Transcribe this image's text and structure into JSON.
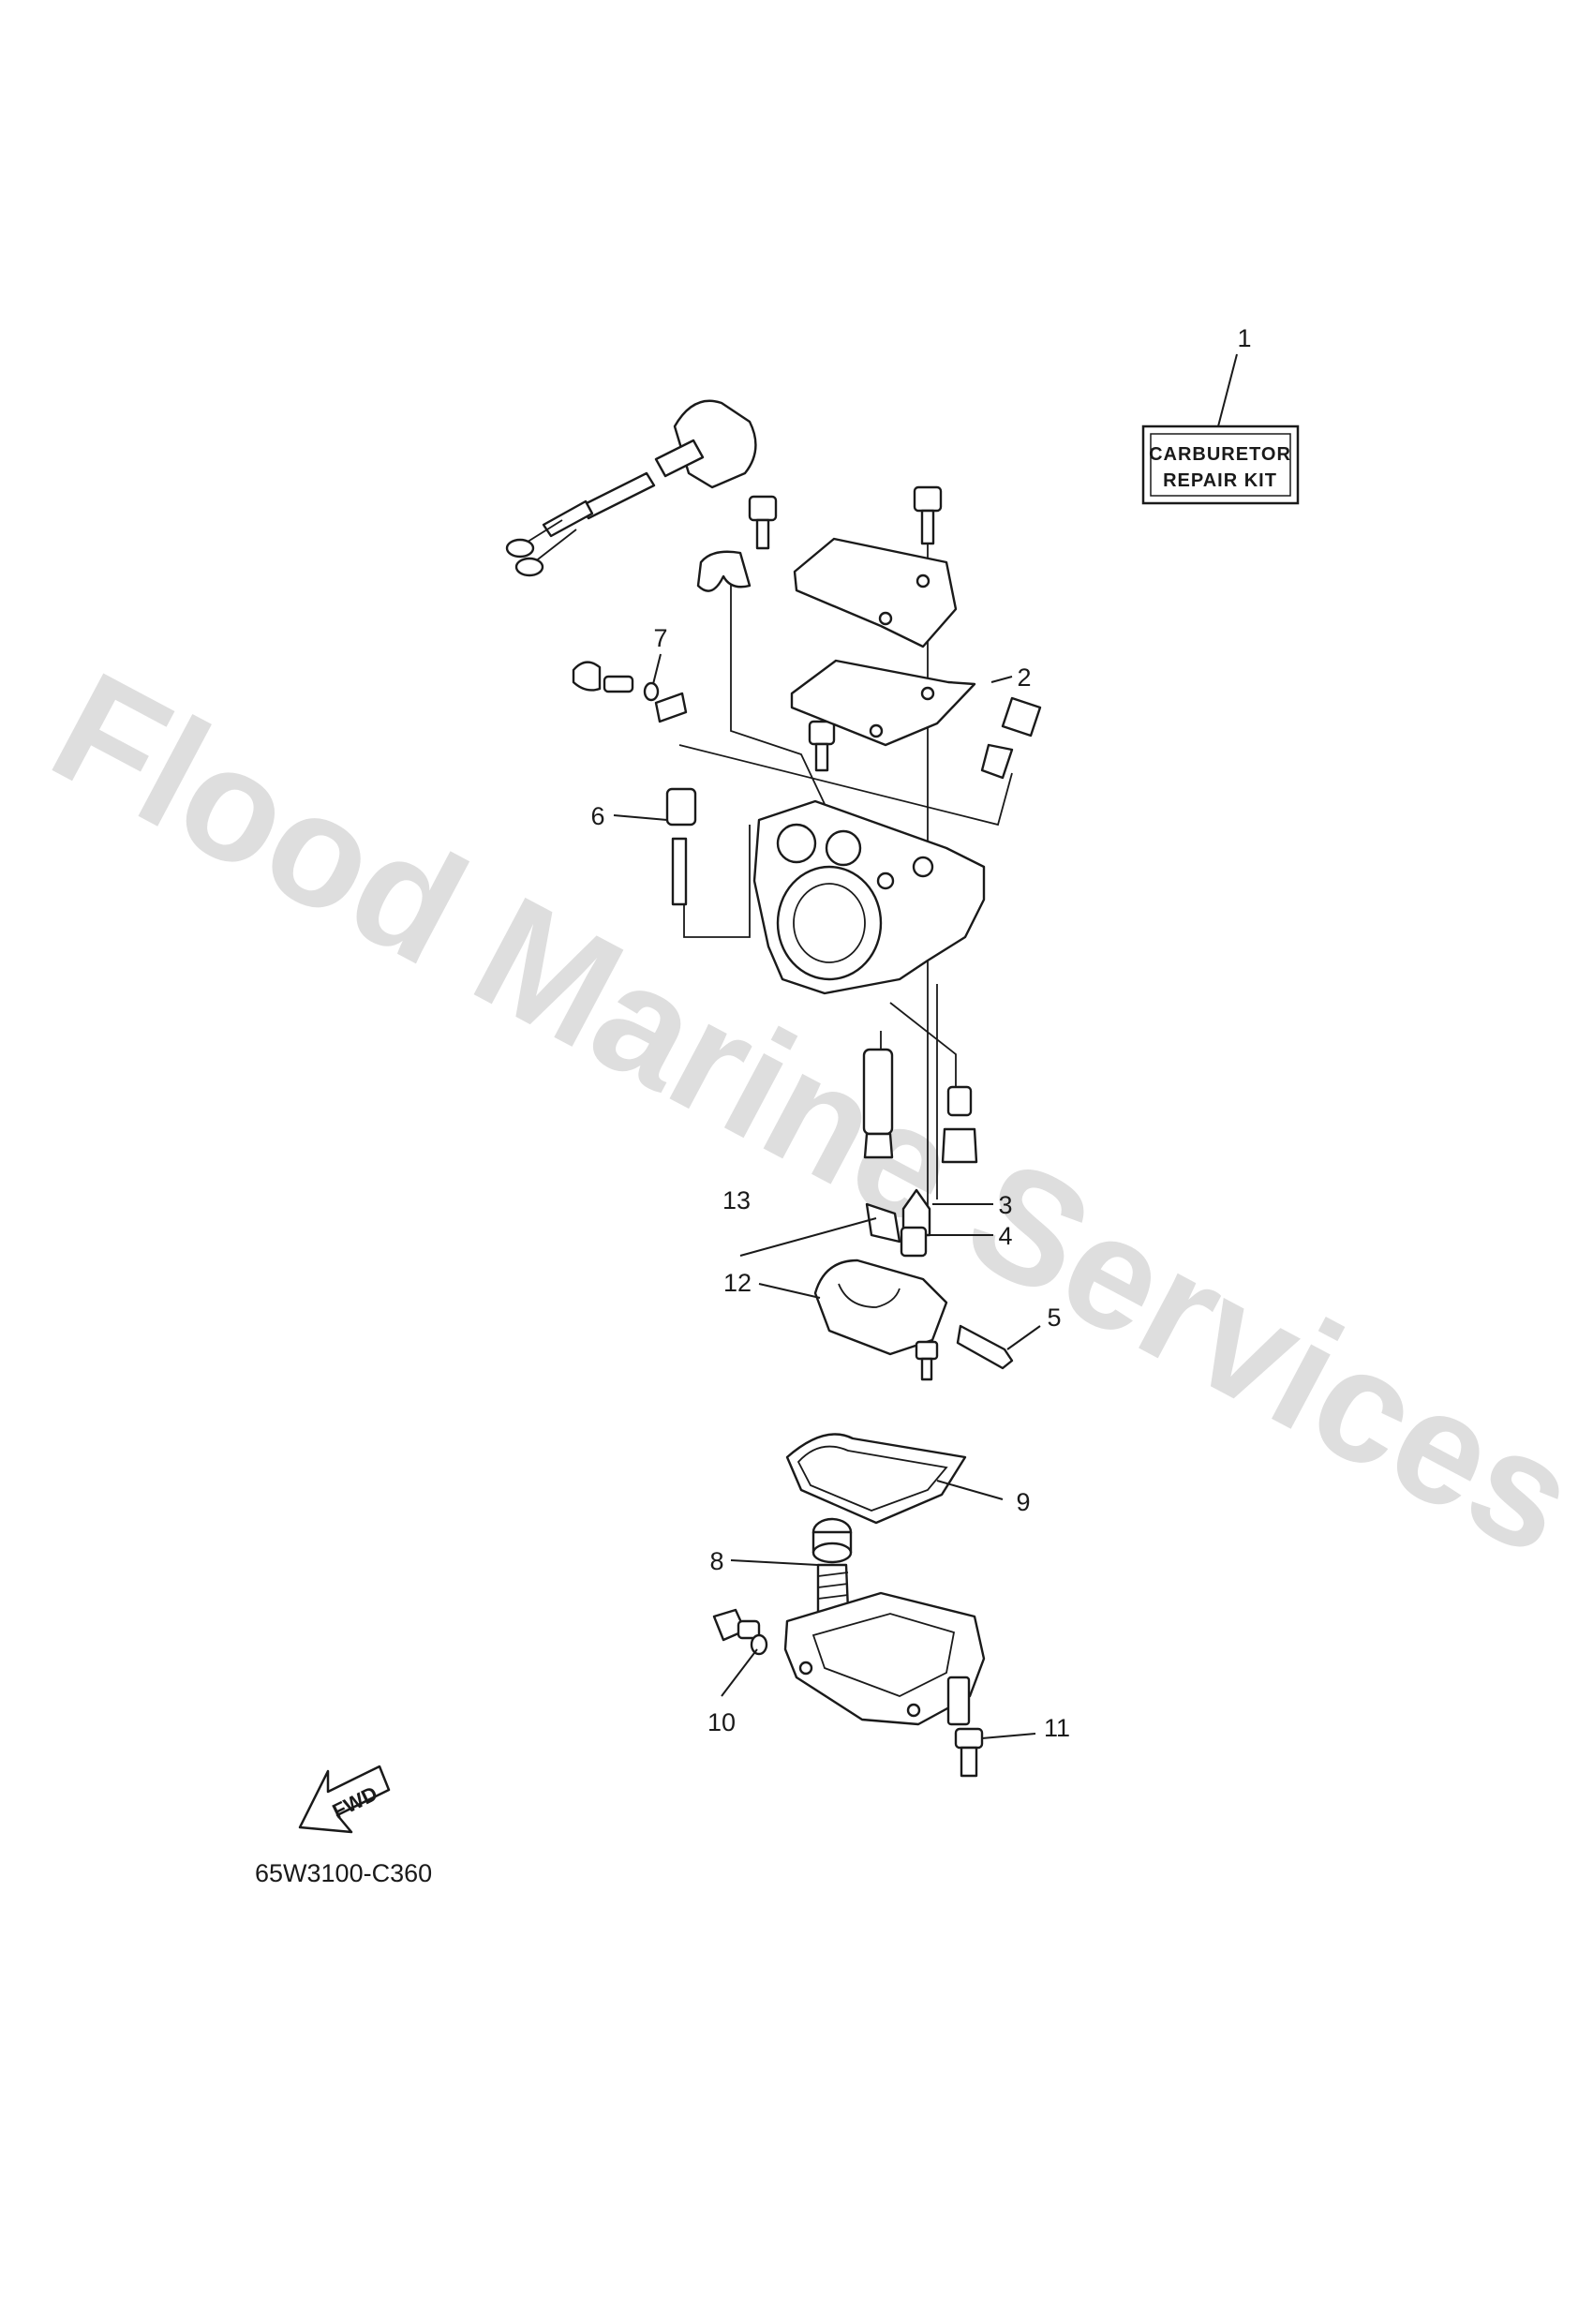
{
  "watermark": "Flood Marine Services",
  "diagram_code": "65W3100-C360",
  "repair_kit_label": {
    "line1": "CARBURETOR",
    "line2": "REPAIR KIT"
  },
  "fwd_label": "FWD",
  "callouts": [
    "1",
    "2",
    "3",
    "4",
    "5",
    "6",
    "7",
    "8",
    "9",
    "10",
    "11",
    "12",
    "13"
  ]
}
